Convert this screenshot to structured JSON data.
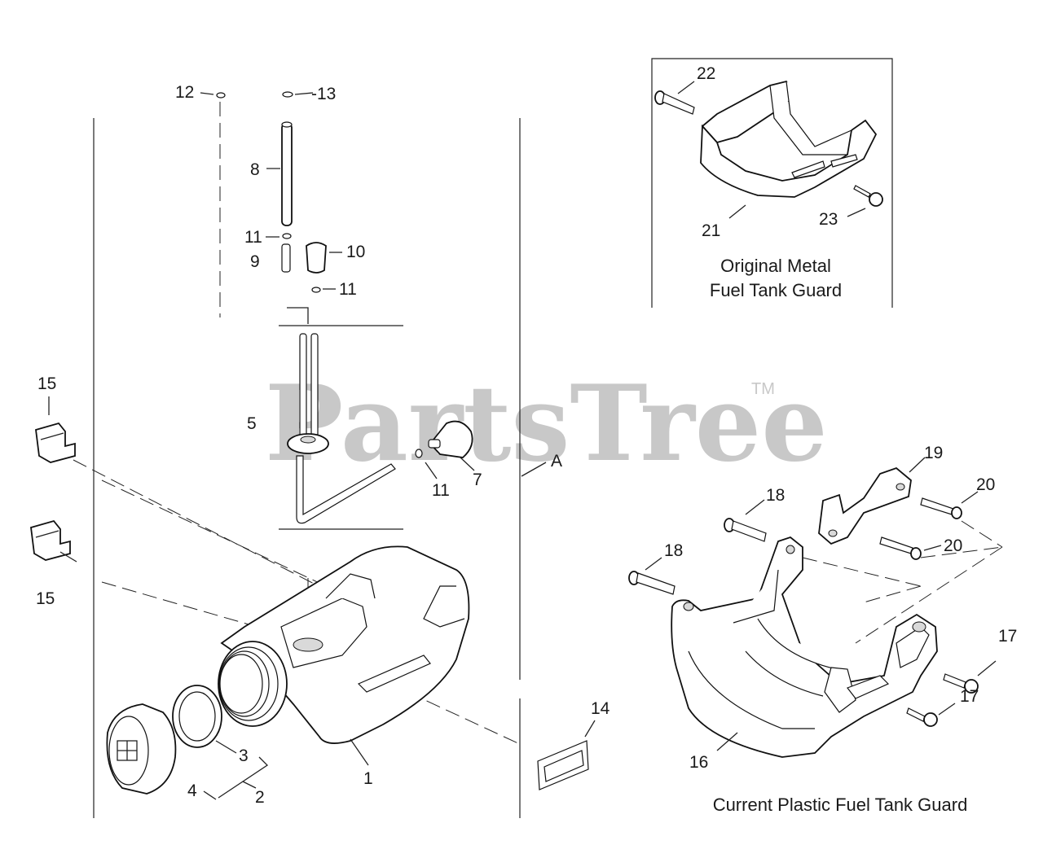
{
  "watermark": {
    "brand": "PartsTree",
    "trademark": "TM"
  },
  "callouts": [
    {
      "id": "c12",
      "label": "12"
    },
    {
      "id": "c13",
      "label": "-13"
    },
    {
      "id": "c8",
      "label": "8"
    },
    {
      "id": "c11a",
      "label": "11"
    },
    {
      "id": "c9",
      "label": "9"
    },
    {
      "id": "c10",
      "label": "10"
    },
    {
      "id": "c11b",
      "label": "11"
    },
    {
      "id": "c5",
      "label": "5"
    },
    {
      "id": "c11c",
      "label": "11"
    },
    {
      "id": "c7",
      "label": "7"
    },
    {
      "id": "cA",
      "label": "A"
    },
    {
      "id": "c15a",
      "label": "15"
    },
    {
      "id": "c15b",
      "label": "15"
    },
    {
      "id": "c3",
      "label": "3"
    },
    {
      "id": "c4",
      "label": "4"
    },
    {
      "id": "c2",
      "label": "2"
    },
    {
      "id": "c1",
      "label": "1"
    },
    {
      "id": "c14",
      "label": "14"
    },
    {
      "id": "c22",
      "label": "22"
    },
    {
      "id": "c21",
      "label": "21"
    },
    {
      "id": "c23",
      "label": "23"
    },
    {
      "id": "c19",
      "label": "19"
    },
    {
      "id": "c18a",
      "label": "18"
    },
    {
      "id": "c20a",
      "label": "20"
    },
    {
      "id": "c18b",
      "label": "18"
    },
    {
      "id": "c20b",
      "label": "20"
    },
    {
      "id": "c17a",
      "label": "17"
    },
    {
      "id": "c17b",
      "label": "17"
    },
    {
      "id": "c16",
      "label": "16"
    }
  ],
  "captions": {
    "metal_guard_line1": "Original Metal",
    "metal_guard_line2": "Fuel Tank Guard",
    "plastic_guard": "Current Plastic Fuel Tank Guard"
  }
}
